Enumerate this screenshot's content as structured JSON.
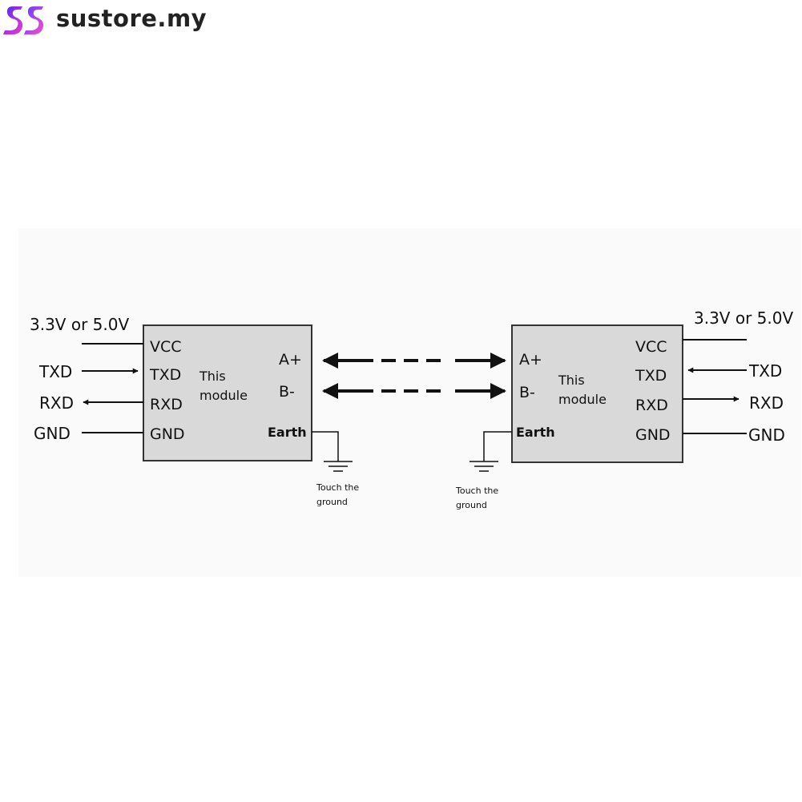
{
  "brand": {
    "name": "sustore.my",
    "logo_icon": "ss-logo-icon",
    "colors": [
      "#4a2cf0",
      "#b12ef0",
      "#e83fb8"
    ]
  },
  "diagram": {
    "supply_label_left": "3.3V or 5.0V",
    "supply_label_right": "3.3V or 5.0V",
    "left_module": {
      "pins_left": [
        "VCC",
        "TXD",
        "RXD",
        "GND"
      ],
      "pins_right": [
        "A+",
        "B-"
      ],
      "earth": "Earth",
      "label_line1": "This",
      "label_line2": "module"
    },
    "right_module": {
      "pins_left": [
        "A+",
        "B-"
      ],
      "pins_right": [
        "VCC",
        "TXD",
        "RXD",
        "GND"
      ],
      "earth": "Earth",
      "label_line1": "This",
      "label_line2": "module"
    },
    "external_left": [
      "TXD",
      "RXD",
      "GND"
    ],
    "external_right": [
      "TXD",
      "RXD",
      "GND"
    ],
    "ground_note_left": [
      "Touch the",
      "ground"
    ],
    "ground_note_right": [
      "Touch the",
      "ground"
    ],
    "module_fill": "#d9d9d9"
  }
}
